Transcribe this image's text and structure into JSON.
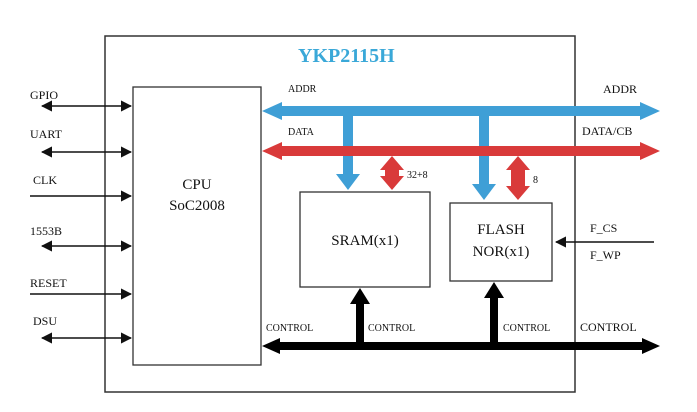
{
  "colors": {
    "title": "#3aa8d8",
    "blue_bus": "#3f9fd6",
    "red_bus": "#d93a3a",
    "control_bus": "#000000",
    "line": "#222222"
  },
  "title": "YKP2115H",
  "blocks": {
    "cpu": {
      "line1": "CPU",
      "line2": "SoC2008"
    },
    "sram": {
      "label": "SRAM(x1)"
    },
    "flash": {
      "line1": "FLASH",
      "line2": "NOR(x1)"
    }
  },
  "left_signals": [
    "GPIO",
    "UART",
    "CLK",
    "1553B",
    "RESET",
    "DSU"
  ],
  "bus_labels": {
    "addr_inside": "ADDR",
    "addr_outside": "ADDR",
    "data_inside": "DATA",
    "data_outside": "DATA/CB",
    "sram_width": "32+8",
    "flash_width": "8",
    "control_left": "CONTROL",
    "control_sram": "CONTROL",
    "control_flash": "CONTROL",
    "control_outside": "CONTROL"
  },
  "flash_pins": [
    "F_CS",
    "F_WP"
  ]
}
